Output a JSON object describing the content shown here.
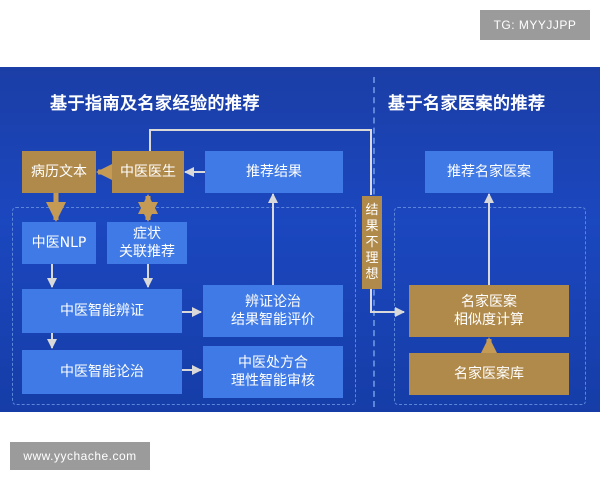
{
  "watermark_top": "TG: MYYJJPP",
  "watermark_bottom": "www.yychache.com",
  "diagram": {
    "title_left": "基于指南及名家经验的推荐",
    "title_right": "基于名家医案的推荐",
    "nodes": {
      "medical_record_text": "病历文本",
      "tcm_doctor": "中医医生",
      "recommendation_result": "推荐结果",
      "tcm_nlp": "中医NLP",
      "symptom_recommendation": "症状\n关联推荐",
      "syndrome_differentiation": "中医智能辨证",
      "syndrome_evaluation": "辨证论治\n结果智能评价",
      "intelligent_treatment": "中医智能论治",
      "prescription_review": "中医处方合\n理性智能审核",
      "unsatisfactory_result": "结\n果\n不\n理\n想",
      "recommend_famous_cases": "推荐名家医案",
      "case_similarity": "名家医案\n相似度计算",
      "case_library": "名家医案库"
    },
    "colors": {
      "background": "#1b47bf",
      "gold_node": "#b08a4a",
      "blue_node": "#3f7ae6",
      "arrow": "#d9d9d9"
    }
  }
}
